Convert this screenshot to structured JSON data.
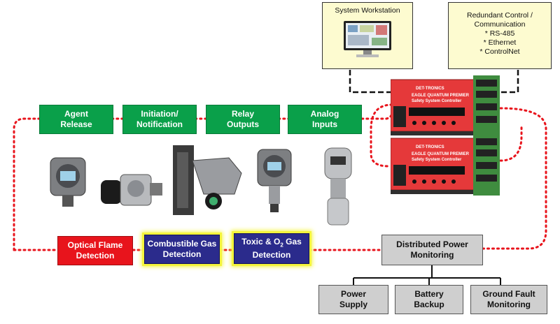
{
  "workstation": {
    "title": "System Workstation"
  },
  "redundant": {
    "title_line1": "Redundant Control /",
    "title_line2": "Communication",
    "items": [
      "* RS-485",
      "* Ethernet",
      "* ControlNet"
    ]
  },
  "outputs": [
    {
      "line1": "Agent",
      "line2": "Release"
    },
    {
      "line1": "Initiation/",
      "line2": "Notification"
    },
    {
      "line1": "Relay",
      "line2": "Outputs"
    },
    {
      "line1": "Analog",
      "line2": "Inputs"
    }
  ],
  "detection": {
    "optical": {
      "line1": "Optical Flame",
      "line2": "Detection"
    },
    "combustible": {
      "line1": "Combustible Gas",
      "line2": "Detection"
    },
    "toxic": {
      "line1_a": "Toxic & O",
      "sub": "2",
      "line1_b": " Gas",
      "line2": "Detection"
    }
  },
  "power": {
    "title_line1": "Distributed Power",
    "title_line2": "Monitoring",
    "children": [
      {
        "line1": "Power",
        "line2": "Supply"
      },
      {
        "line1": "Battery",
        "line2": "Backup"
      },
      {
        "line1": "Ground Fault",
        "line2": "Monitoring"
      }
    ]
  },
  "controllers": [
    {
      "brand": "DET-TRONICS",
      "line1": "EAGLE QUANTUM PREMIER",
      "line2": "Safety System Controller"
    },
    {
      "brand": "DET-TRONICS",
      "line1": "EAGLE QUANTUM PREMIER",
      "line2": "Safety System Controller"
    }
  ],
  "colors": {
    "accent_green": "#0aa04a",
    "loop_red": "#e8141c",
    "detect_blue": "#2b2b8c",
    "highlight_yellow": "#f4f43c"
  }
}
